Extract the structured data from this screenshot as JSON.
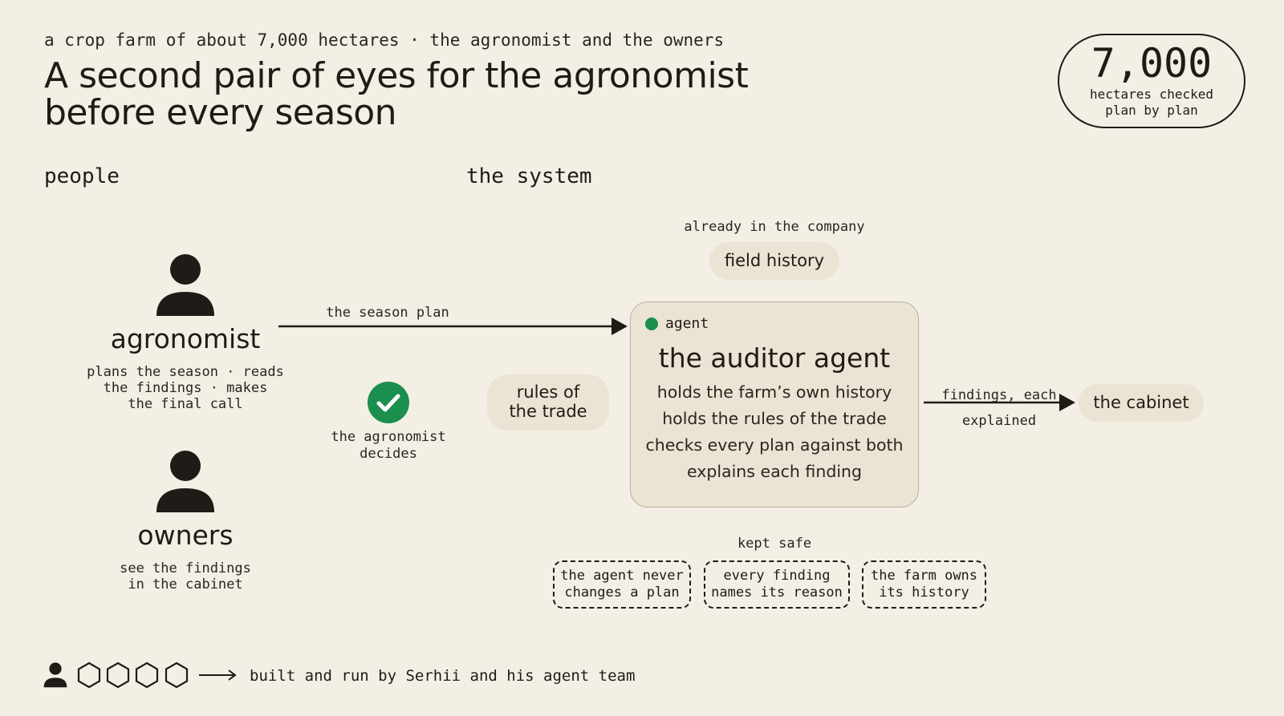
{
  "header": {
    "subtitle": "a crop farm of about 7,000 hectares · the agronomist and the owners",
    "title_line1": "A second pair of eyes for the agronomist",
    "title_line2": "before every season"
  },
  "badge": {
    "number": "7,000",
    "label": "hectares checked plan by plan"
  },
  "sections": {
    "people": "people",
    "system": "the system"
  },
  "people": {
    "agronomist": {
      "name": "agronomist",
      "desc_line1": "plans the season · reads",
      "desc_line2": "the findings · makes",
      "desc_line3": "the final call",
      "icon": "person-icon"
    },
    "owners": {
      "name": "owners",
      "desc_line1": "see the findings",
      "desc_line2": "in the cabinet",
      "icon": "person-icon"
    }
  },
  "edges": {
    "season_plan": "the season plan",
    "findings_line1": "findings, each",
    "findings_line2": "explained"
  },
  "decision": {
    "icon": "check-circle-icon",
    "line1": "the agronomist",
    "line2": "decides"
  },
  "system": {
    "already_label": "already in the company",
    "field_history": "field history",
    "rules_line1": "rules of",
    "rules_line2": "the trade",
    "agent_tag": "agent",
    "agent_title": "the auditor agent",
    "agent_lines": [
      "holds the farm’s own history",
      "holds the rules of the trade",
      "checks every plan against both",
      "explains each finding"
    ],
    "cabinet": "the cabinet"
  },
  "kept_safe": {
    "label": "kept safe",
    "items": [
      {
        "line1": "the agent never",
        "line2": "changes a plan"
      },
      {
        "line1": "every finding",
        "line2": "names its reason"
      },
      {
        "line1": "the farm owns",
        "line2": "its history"
      }
    ]
  },
  "footer": {
    "text": "built and run by Serhii and his agent team",
    "icons": [
      "person-icon",
      "hexagon-icon",
      "hexagon-icon",
      "hexagon-icon",
      "hexagon-icon",
      "arrow-right-icon"
    ]
  },
  "colors": {
    "background": "#f4efe5",
    "ink": "#1f1b16",
    "pill": "#ebe3d3",
    "accent_green": "#1a8f4e"
  }
}
